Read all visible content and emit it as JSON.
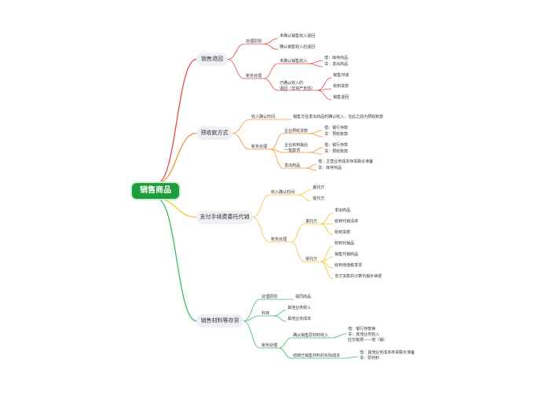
{
  "root": "销售商品",
  "colors": {
    "red": "#e24b4b",
    "orange": "#f39237",
    "yellow": "#f4c430",
    "green": "#3dbb6a"
  },
  "b1": {
    "title": "销售退回",
    "c1": "处理原则",
    "c1a": "未确认销售收入退回",
    "c1b": "确认销售收入后退回",
    "c2": "账务处理",
    "c2a": "未确认销售收入",
    "c2a1": "借：库存商品",
    "c2a2": "贷：发出商品",
    "c2b": "已确认收入的\n退回（非资产负债）",
    "c2b1": "销售冲减",
    "c2b2": "收到货款",
    "c2b3": "销售退回"
  },
  "b2": {
    "title": "预收款方式",
    "c1": "收入确认时间",
    "c1a": "销售方在发出商品时确认收入，在此之前为预收账款",
    "c2": "账务处理",
    "c2a": "企业预收货款",
    "c2a1": "借：银行存款",
    "c2a2": "贷：预收账款",
    "c2b": "企业收到最后\n一笔款项",
    "c2b1": "借：银行存款",
    "c2b2": "贷：预收账款",
    "c2c": "发出商品",
    "c2c1": "借：主营业务成本存货跌价准备",
    "c2c2": "贷：库存商品"
  },
  "b3": {
    "title": "支付手续费委托代销",
    "c1": "收入确认时间",
    "c1a": "委托方",
    "c1b": "受托方",
    "c2": "账务处理",
    "c2a": "委托方",
    "c2a1": "发出商品",
    "c2a2": "收到代销清单",
    "c2a3": "收到货款",
    "c2b": "受托方",
    "c2b1": "收到代销品",
    "c2b2": "销售代销商品",
    "c2b3": "收到增值税发票",
    "c2b4": "支付货款并计算代销手续费"
  },
  "b4": {
    "title": "销售材料等存货",
    "c1": "处理原则",
    "c1a": "视同商品",
    "c2": "科目",
    "c2a": "其他业务收入",
    "c2b": "其他业务成本",
    "c3": "账务处理",
    "c3a": "确认销售原材料收入",
    "c3a1": "借：银行存款等\n贷：其他业务收入\n应交税费——增（销）",
    "c3b": "结转已销售材料的实际成本",
    "c3b1": "借：其他业务成本存货跌价准备\n贷：原材料"
  }
}
